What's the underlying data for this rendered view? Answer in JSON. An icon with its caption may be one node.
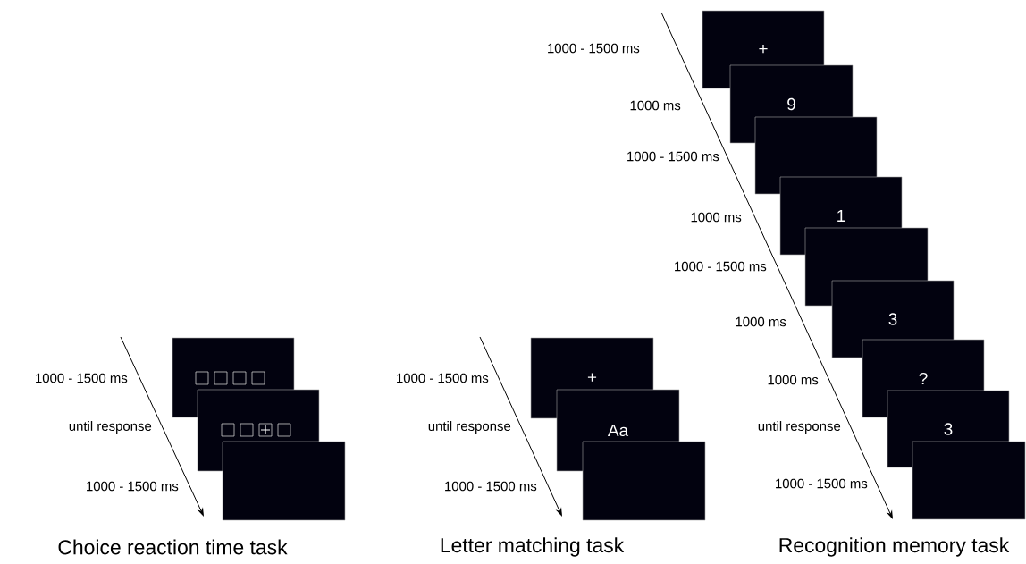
{
  "diagram": {
    "nodes": [
      {
        "text": [],
        "shape": "box"
      },
      {
        "text": [],
        "shape": "box"
      },
      {
        "text": [],
        "shape": "box"
      },
      {
        "text": [
          "+"
        ]
      },
      {
        "text": [
          "Aa"
        ]
      },
      {
        "text": [],
        "shape": "box"
      },
      {
        "text": [
          "+"
        ]
      },
      {
        "text": [
          "9"
        ]
      },
      {
        "text": [],
        "shape": "box"
      },
      {
        "text": [
          "1"
        ]
      },
      {
        "text": [],
        "shape": "box"
      },
      {
        "text": [
          "3"
        ]
      },
      {
        "text": [
          "?"
        ]
      },
      {
        "text": [
          "3"
        ]
      },
      {
        "text": [],
        "shape": "box"
      }
    ],
    "labels": [
      "1000 - 1500 ms",
      "until response",
      "1000 - 1500 ms",
      "1000 - 1500 ms",
      "until response",
      "1000 - 1500 ms",
      "1000 - 1500 ms",
      "1000 ms",
      "1000 - 1500 ms",
      "1000 ms",
      "1000 - 1500 ms",
      "1000 ms",
      "1000 ms",
      "until response",
      "1000 - 1500 ms",
      "Choice reaction time task",
      "Letter matching task",
      "Recognition memory task"
    ]
  }
}
